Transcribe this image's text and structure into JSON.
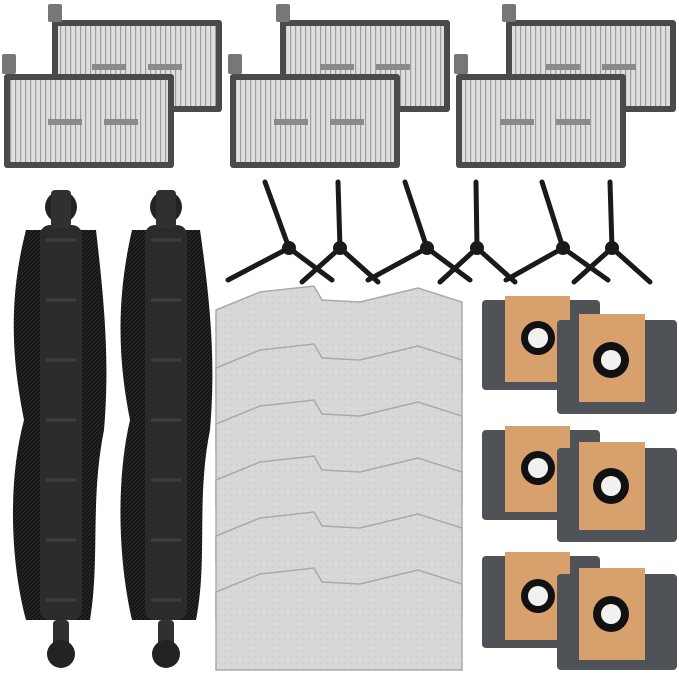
{
  "image": {
    "description_visible_text": "",
    "colors": {
      "background": "#ffffff",
      "filter_frame": "#4a4a4a",
      "filter_pleat": "#d7d7d7",
      "filter_pleat_shadow": "#b9b9b9",
      "brush_core": "#2b2b2b",
      "bristle": "#111111",
      "side_brush": "#1a1a1a",
      "mop_pad": "#d5d5d5",
      "mop_pad_edge": "#a9a9a9",
      "bag_body": "#4f5256",
      "bag_card": "#d7a06c",
      "bag_hole": "#111111"
    },
    "counts": {
      "filters": 6,
      "roller_brushes": 2,
      "side_brushes": 6,
      "mop_pads": 6,
      "dust_bags": 6
    }
  }
}
